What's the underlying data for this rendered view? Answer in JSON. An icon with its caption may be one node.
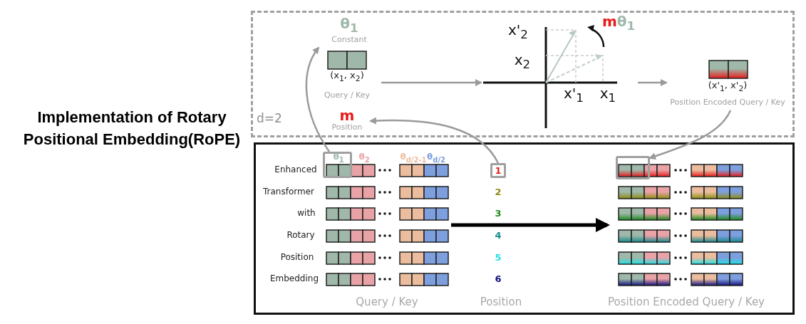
{
  "diagram": {
    "title": "Implementation of Rotary Positional Embedding(RoPE)",
    "nodes": [
      {
        "text": [
          "d=2"
        ]
      },
      {
        "text": [
          "θ$_{1}$",
          "Constant"
        ],
        "in": 0
      },
      {
        "text": [
          "(x$_{1}$, x$_{2}$)",
          "Query / Key"
        ],
        "in": 0
      },
      {
        "text": [
          "m",
          "Position"
        ],
        "in": 0
      },
      {
        "text": [
          "x'$_{2}$",
          "mθ$_{1}$",
          "x$_{2}$",
          "x'$_{1}$",
          "x$_{1}$"
        ],
        "in": 0
      },
      {
        "text": [
          "(x'$_{1}$, x'$_{2}$)",
          "Position Encoded Query / Key"
        ],
        "in": 0
      },
      {
        "text": [],
        "shape": "box"
      },
      {
        "text": [
          "θ$_{2}$",
          "θ$_{d/2-1}$",
          "θ$_{d/2}$",
          "Query / Key"
        ],
        "in": 6
      },
      {
        "text": [
          "θ$_{1}$"
        ],
        "in": 7
      },
      {
        "text": [
          "1"
        ],
        "in": 6
      },
      {
        "text": [
          "Position Encoded Query / Key"
        ],
        "in": 6
      },
      {
        "text": [],
        "shape": "box",
        "in": 10
      }
    ],
    "edges": [
      {
        "from": 2,
        "to": 4,
        "arrow": "to"
      },
      {
        "from": 4,
        "to": 5,
        "arrow": "to"
      },
      {
        "from": 8,
        "to": 1,
        "arrow": "to"
      },
      {
        "from": 9,
        "to": 3,
        "arrow": "to"
      },
      {
        "from": 5,
        "to": 11,
        "arrow": "to"
      },
      {
        "from": 7,
        "to": 10,
        "arrow": "to",
        "style": "thick",
        "color": "#000000"
      }
    ],
    "labels": [
      "Enhanced",
      "Transformer",
      "2",
      "with",
      "3",
      "Rotary",
      "4",
      "Position",
      "5",
      "Embedding",
      "6",
      "Position"
    ]
  }
}
